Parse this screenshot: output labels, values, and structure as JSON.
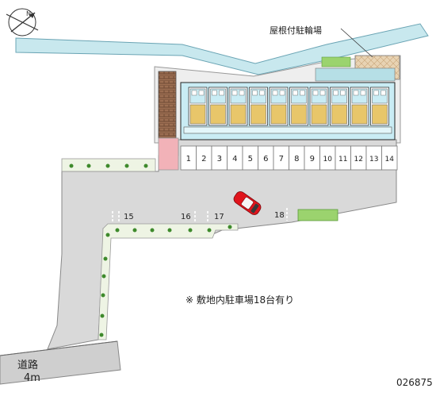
{
  "labels": {
    "bike_shelter": "屋根付駐輪場",
    "road_line1": "道路",
    "road_line2": "4m",
    "notice": "※ 敷地内駐車場18台有り",
    "property_code": "026875"
  },
  "parking_top": [
    "1",
    "2",
    "3",
    "4",
    "5",
    "6",
    "7",
    "8",
    "9",
    "10",
    "11",
    "12",
    "13",
    "14"
  ],
  "parking_lower": {
    "p15": "15",
    "p16": "16",
    "p17": "17",
    "p18": "18"
  },
  "colors": {
    "river": "#c8e8ee",
    "lot": "#d9d9d9",
    "building_cyan": "#c9ecf4",
    "unit_floor": "#e8c66a",
    "stair_brick": "#9c6e52",
    "pink_path": "#f2b2b8",
    "green": "#3e8a2c",
    "hedge": "#9bd36e",
    "car": "#e0141c"
  },
  "icons": {
    "compass": "compass-icon",
    "car": "car-icon"
  }
}
